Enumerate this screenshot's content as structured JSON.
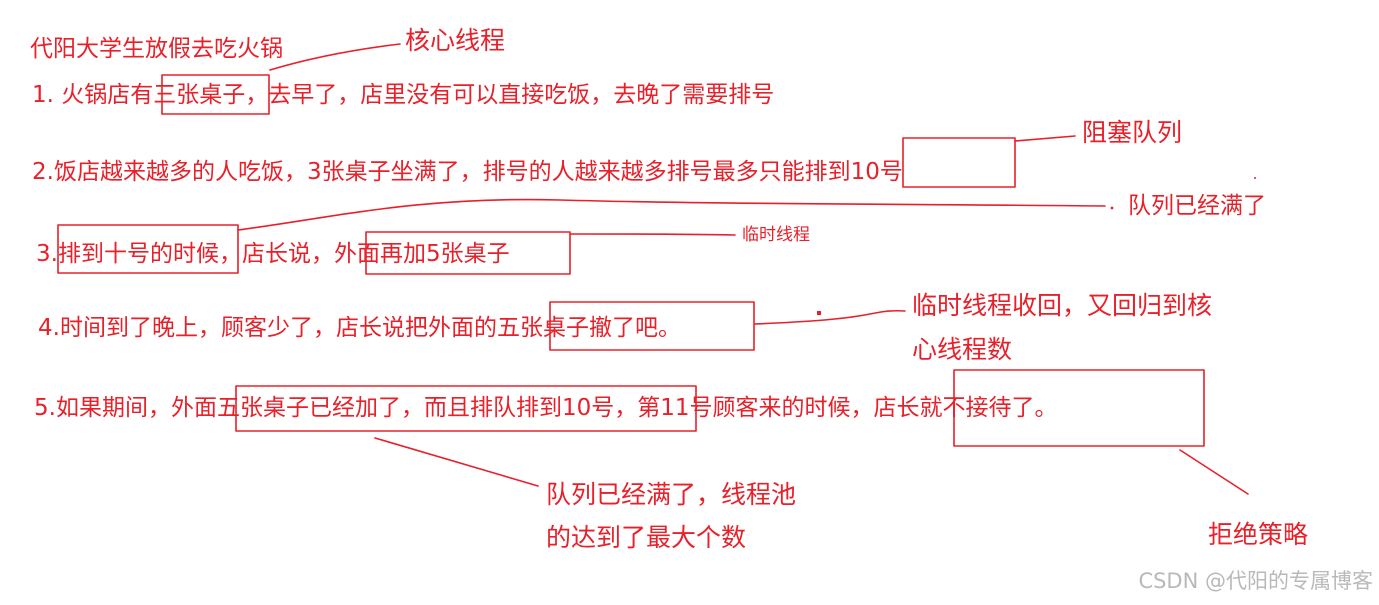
{
  "title": "代阳大学生放假去吃火锅",
  "lines": {
    "l1": "1. 火锅店有三张桌子，去早了，店里没有可以直接吃饭，去晚了需要排号",
    "l2": "2.饭店越来越多的人吃饭，3张桌子坐满了，排号的人越来越多排号最多只能排到10号",
    "l3": "3.排到十号的时候，店长说，外面再加5张桌子",
    "l4": "4.时间到了晚上，顾客少了，店长说把外面的五张桌子撤了吧。",
    "l5": "5.如果期间，外面五张桌子已经加了，而且排队排到10号，第11号顾客来的时候，店长就不接待了。"
  },
  "annotations": {
    "core_threads": "核心线程",
    "blocking_queue": "阻塞队列",
    "queue_full": "队列已经满了",
    "temp_threads": "临时线程",
    "temp_reclaim_1": "临时线程收回，又回归到核",
    "temp_reclaim_2": "心线程数",
    "pool_max_1": "队列已经满了，线程池",
    "pool_max_2": "的达到了最大个数",
    "reject_policy": "拒绝策略"
  },
  "watermark": "CSDN @代阳的专属博客",
  "colors": {
    "ink": "#e8202a",
    "watermark": "#b9b9b9"
  }
}
